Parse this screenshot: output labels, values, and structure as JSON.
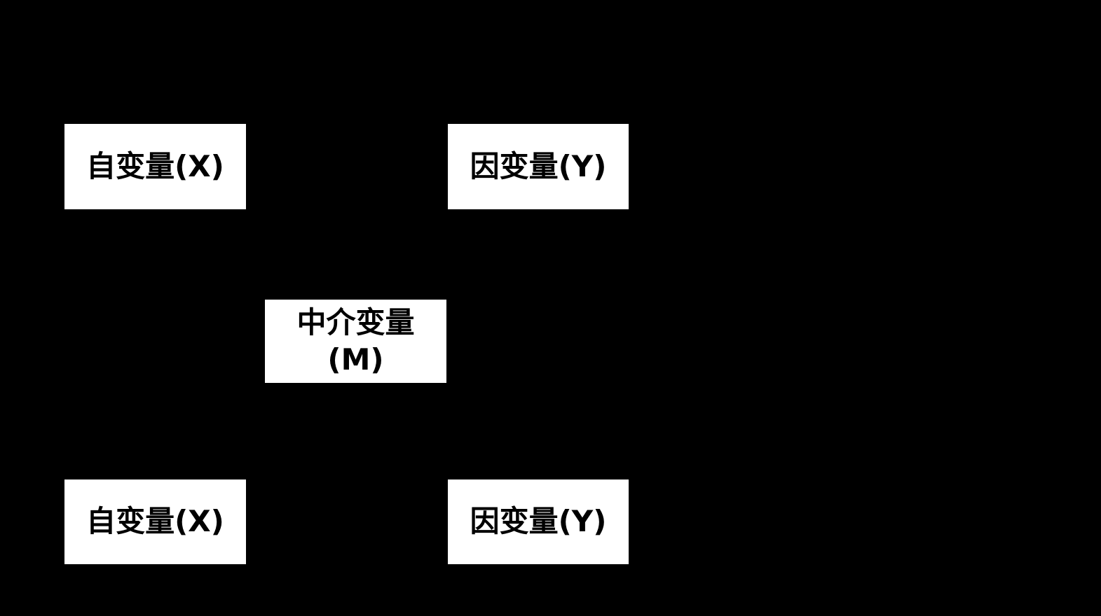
{
  "diagram": {
    "background_color": "#000000",
    "node_background_color": "#ffffff",
    "node_text_color": "#000000",
    "nodes": {
      "top_left": {
        "label": "自变量(X)"
      },
      "top_right": {
        "label": "因变量(Y)"
      },
      "mediator": {
        "label_line1": "中介变量",
        "label_line2": "(M)"
      },
      "bottom_left": {
        "label": "自变量(X)"
      },
      "bottom_right": {
        "label": "因变量(Y)"
      }
    }
  }
}
